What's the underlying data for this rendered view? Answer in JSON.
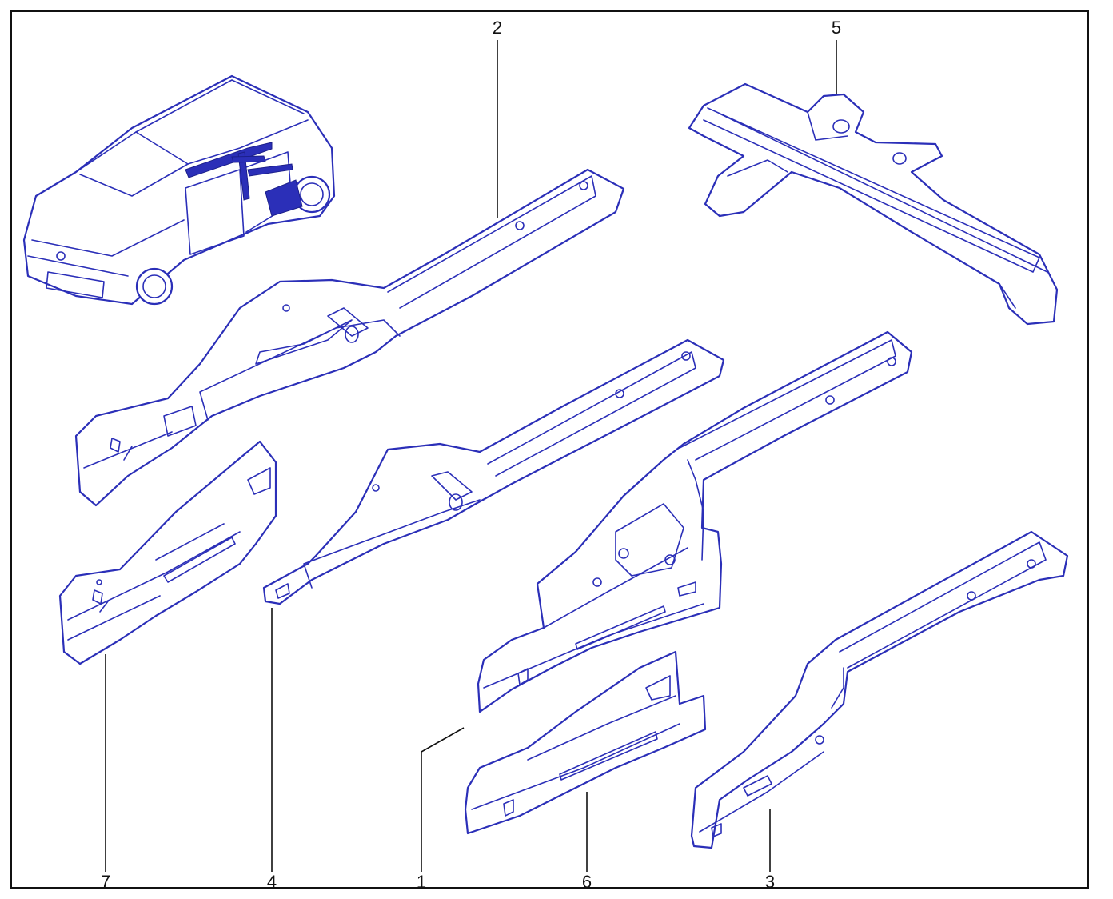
{
  "diagram": {
    "callouts": [
      {
        "id": "2",
        "label": "2"
      },
      {
        "id": "5",
        "label": "5"
      },
      {
        "id": "7",
        "label": "7"
      },
      {
        "id": "4",
        "label": "4"
      },
      {
        "id": "1",
        "label": "1"
      },
      {
        "id": "6",
        "label": "6"
      },
      {
        "id": "3",
        "label": "3"
      }
    ],
    "line_color": "#2b2fb8",
    "frame_color": "#111111"
  }
}
